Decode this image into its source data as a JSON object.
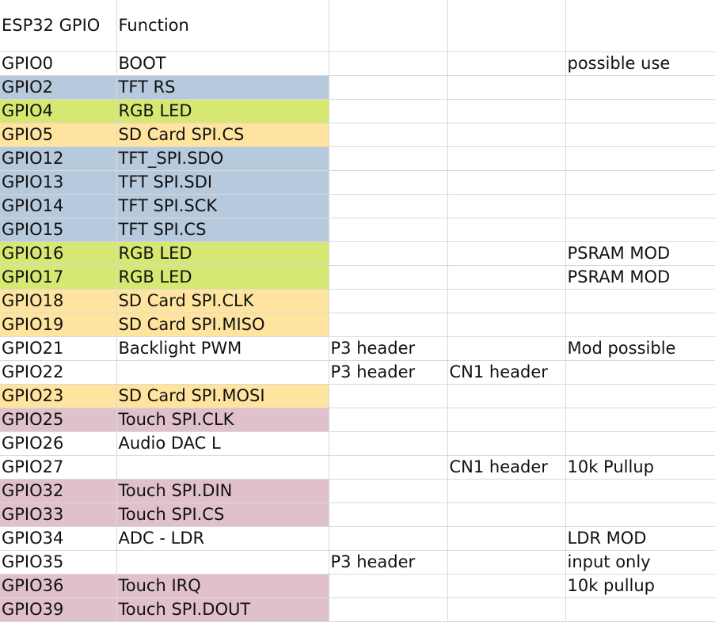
{
  "colors": {
    "tft": "#b7c9dd",
    "rgb": "#d6e872",
    "sd": "#fee49e",
    "touch": "#e0c1cb",
    "none": "#ffffff"
  },
  "header": {
    "gpio": "ESP32 GPIO",
    "function": "Function",
    "col3": "",
    "col4": "",
    "col5": ""
  },
  "rows": [
    {
      "gpio": "GPIO0",
      "function": "BOOT",
      "c3": "",
      "c4": "",
      "c5": "possible use",
      "group": "none"
    },
    {
      "gpio": "GPIO2",
      "function": "TFT RS",
      "c3": "",
      "c4": "",
      "c5": "",
      "group": "tft"
    },
    {
      "gpio": "GPIO4",
      "function": "RGB LED",
      "c3": "",
      "c4": "",
      "c5": "",
      "group": "rgb"
    },
    {
      "gpio": "GPIO5",
      "function": "SD Card SPI.CS",
      "c3": "",
      "c4": "",
      "c5": "",
      "group": "sd"
    },
    {
      "gpio": "GPIO12",
      "function": "TFT_SPI.SDO",
      "c3": "",
      "c4": "",
      "c5": "",
      "group": "tft"
    },
    {
      "gpio": "GPIO13",
      "function": "TFT SPI.SDI",
      "c3": "",
      "c4": "",
      "c5": "",
      "group": "tft"
    },
    {
      "gpio": "GPIO14",
      "function": "TFT SPI.SCK",
      "c3": "",
      "c4": "",
      "c5": "",
      "group": "tft"
    },
    {
      "gpio": "GPIO15",
      "function": "TFT SPI.CS",
      "c3": "",
      "c4": "",
      "c5": "",
      "group": "tft"
    },
    {
      "gpio": "GPIO16",
      "function": "RGB LED",
      "c3": "",
      "c4": "",
      "c5": "PSRAM MOD",
      "group": "rgb"
    },
    {
      "gpio": "GPIO17",
      "function": "RGB LED",
      "c3": "",
      "c4": "",
      "c5": "PSRAM MOD",
      "group": "rgb"
    },
    {
      "gpio": "GPIO18",
      "function": "SD Card SPI.CLK",
      "c3": "",
      "c4": "",
      "c5": "",
      "group": "sd"
    },
    {
      "gpio": "GPIO19",
      "function": "SD Card SPI.MISO",
      "c3": "",
      "c4": "",
      "c5": "",
      "group": "sd"
    },
    {
      "gpio": "GPIO21",
      "function": "Backlight PWM",
      "c3": "P3 header",
      "c4": "",
      "c5": "Mod possible",
      "group": "none"
    },
    {
      "gpio": "GPIO22",
      "function": "",
      "c3": "P3 header",
      "c4": "CN1 header",
      "c5": "",
      "group": "none"
    },
    {
      "gpio": "GPIO23",
      "function": "SD Card SPI.MOSI",
      "c3": "",
      "c4": "",
      "c5": "",
      "group": "sd"
    },
    {
      "gpio": "GPIO25",
      "function": "Touch SPI.CLK",
      "c3": "",
      "c4": "",
      "c5": "",
      "group": "touch"
    },
    {
      "gpio": "GPIO26",
      "function": "Audio DAC L",
      "c3": "",
      "c4": "",
      "c5": "",
      "group": "none"
    },
    {
      "gpio": "GPIO27",
      "function": "",
      "c3": "",
      "c4": "CN1 header",
      "c5": "10k Pullup",
      "group": "none"
    },
    {
      "gpio": "GPIO32",
      "function": "Touch SPI.DIN",
      "c3": "",
      "c4": "",
      "c5": "",
      "group": "touch"
    },
    {
      "gpio": "GPIO33",
      "function": "Touch SPI.CS",
      "c3": "",
      "c4": "",
      "c5": "",
      "group": "touch"
    },
    {
      "gpio": "GPIO34",
      "function": "ADC - LDR",
      "c3": "",
      "c4": "",
      "c5": "LDR MOD",
      "group": "none"
    },
    {
      "gpio": "GPIO35",
      "function": "",
      "c3": "P3 header",
      "c4": "",
      "c5": "input only",
      "group": "none"
    },
    {
      "gpio": "GPIO36",
      "function": "Touch IRQ",
      "c3": "",
      "c4": "",
      "c5": "10k pullup",
      "group": "touch"
    },
    {
      "gpio": "GPIO39",
      "function": "Touch SPI.DOUT",
      "c3": "",
      "c4": "",
      "c5": "",
      "group": "touch"
    }
  ]
}
